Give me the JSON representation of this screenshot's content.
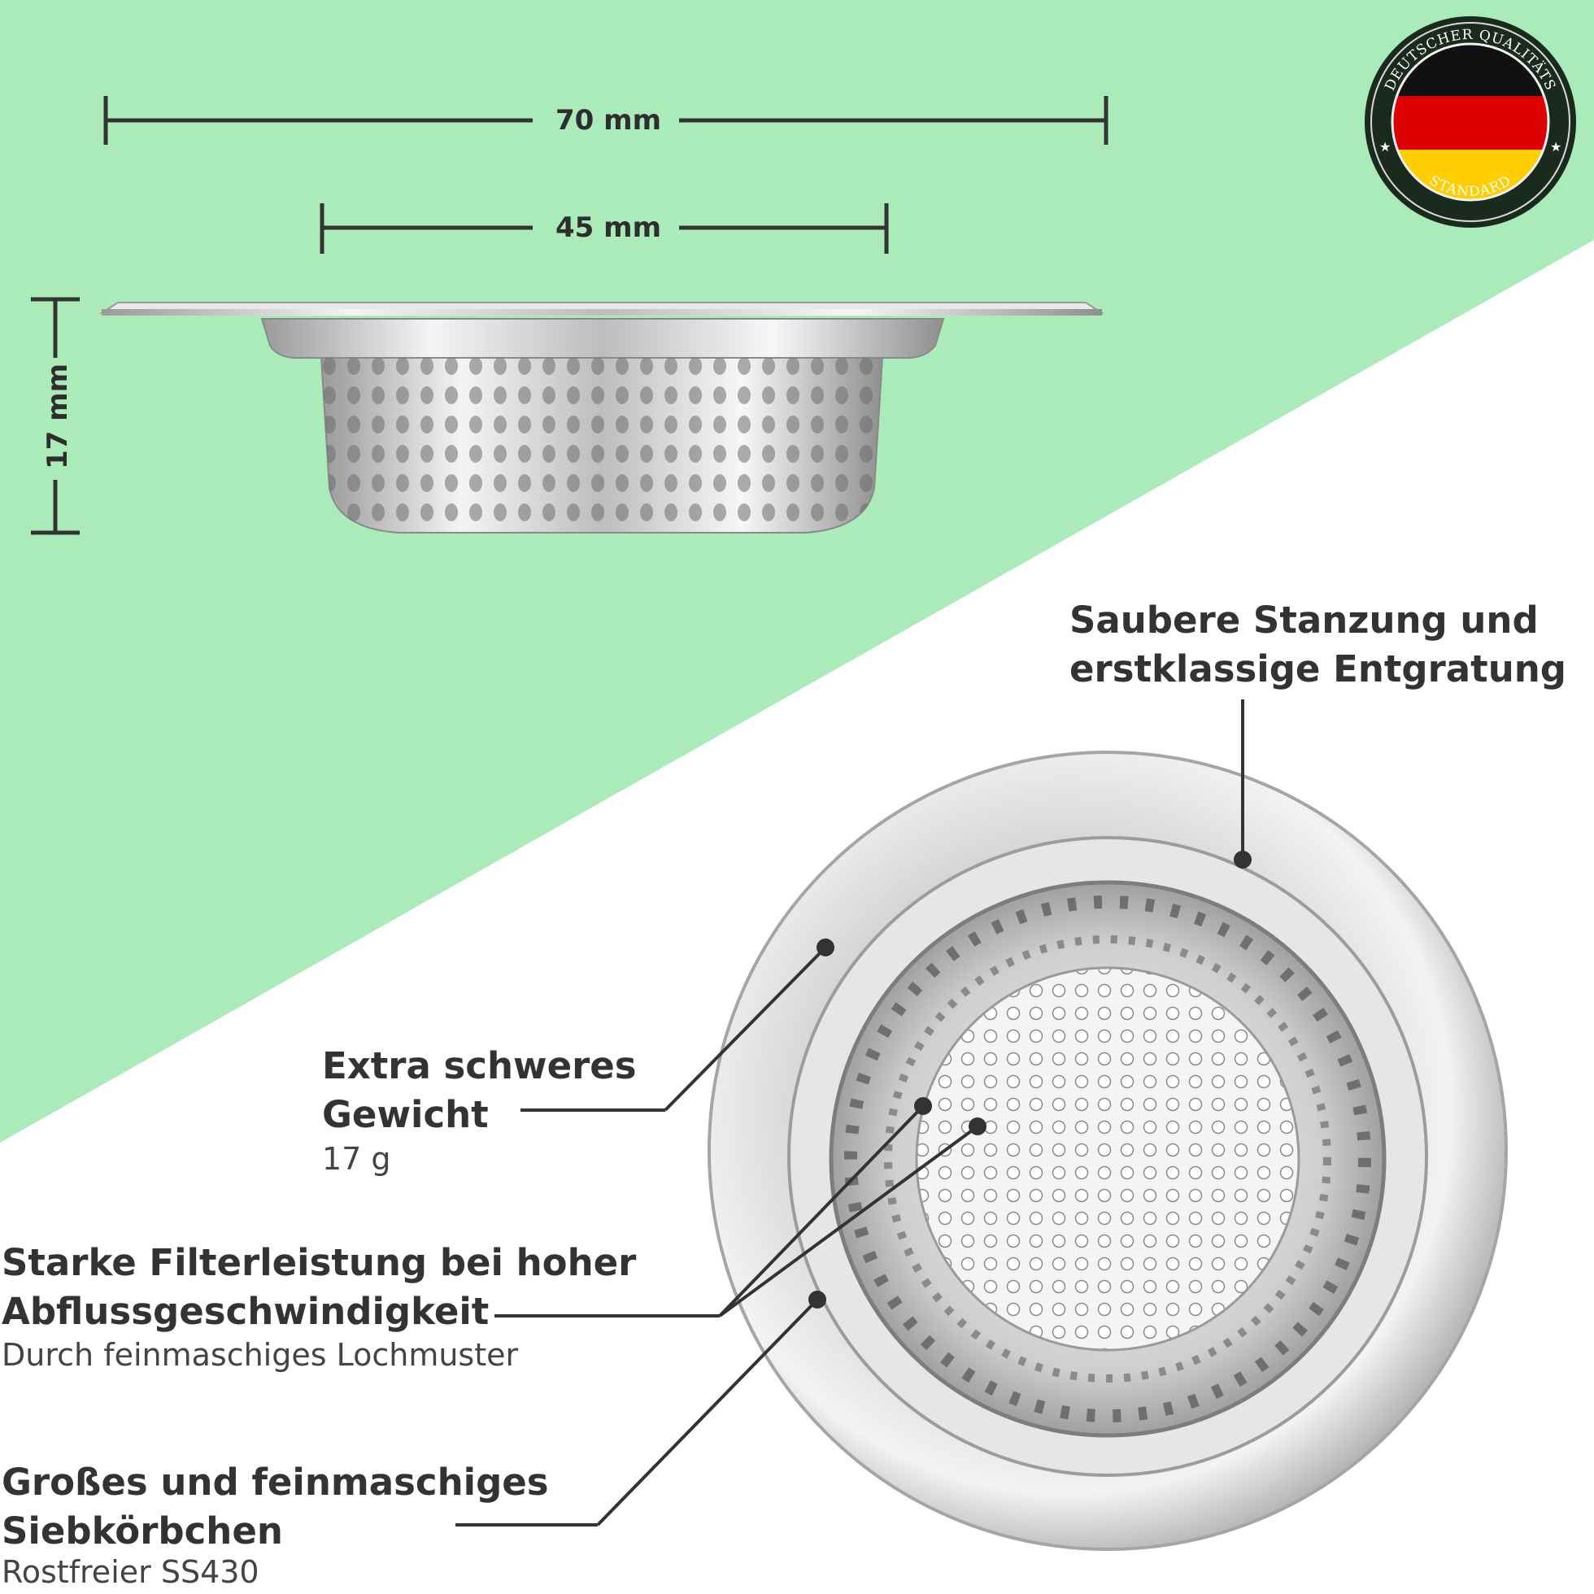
{
  "colors": {
    "background_green": "#abebba",
    "background_white": "#ffffff",
    "text": "#333333",
    "steel_light": "#f2f2f2",
    "steel_dark": "#8a8a8a",
    "flag_black": "#111111",
    "flag_red": "#dd0000",
    "flag_gold": "#ffce00"
  },
  "dimensions": {
    "width_outer": "70 mm",
    "width_inner": "45 mm",
    "height": "17 mm"
  },
  "seal": {
    "top_text": "DEUTSCHER QUALITÄTS",
    "bottom_text": "STANDARD",
    "icon": "german-flag-icon"
  },
  "callouts": [
    {
      "title_line1": "Saubere Stanzung und",
      "title_line2": "erstklassige Entgratung",
      "subtitle": ""
    },
    {
      "title_line1": "Extra schweres",
      "title_line2": "Gewicht",
      "subtitle": "17 g"
    },
    {
      "title_line1": "Starke Filterleistung bei hoher",
      "title_line2": "Abflussgeschwindigkeit",
      "subtitle": "Durch feinmaschiges Lochmuster"
    },
    {
      "title_line1": "Großes und feinmaschiges",
      "title_line2": "Siebkörbchen",
      "subtitle": "Rostfreier SS430"
    }
  ]
}
